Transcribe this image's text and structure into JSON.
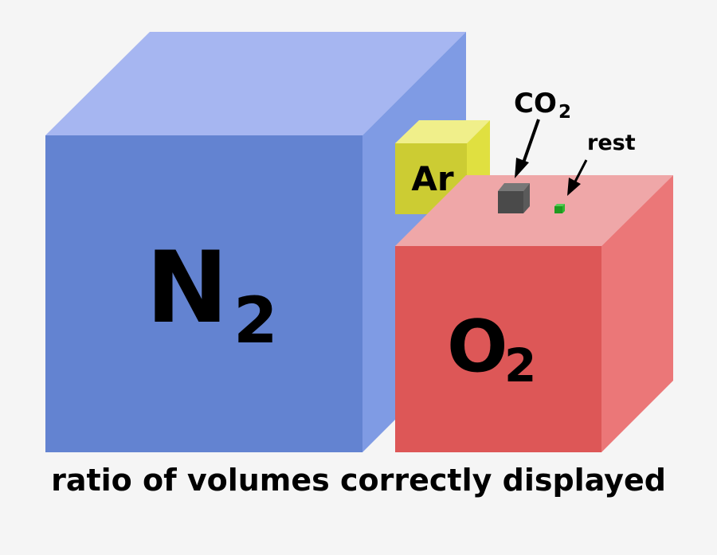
{
  "labels": {
    "n2_main": "N",
    "n2_sub": "2",
    "o2_main": "O",
    "o2_sub": "2",
    "ar": "Ar",
    "co2_main": "CO",
    "co2_sub": "2",
    "rest": "rest"
  },
  "caption": "ratio of volumes correctly displayed",
  "colors": {
    "n2_front": "#6383d1",
    "n2_top": "#a6b6f1",
    "n2_side": "#7f9be4",
    "o2_front": "#dd5757",
    "o2_top": "#efa7a8",
    "o2_side": "#eb7778",
    "ar_front": "#cccc33",
    "ar_top": "#f0ef8a",
    "ar_side": "#e0e040",
    "co2_front": "#4a4a4a",
    "co2_top": "#777777",
    "rest_color": "#22aa22",
    "background": "#f5f5f5"
  }
}
